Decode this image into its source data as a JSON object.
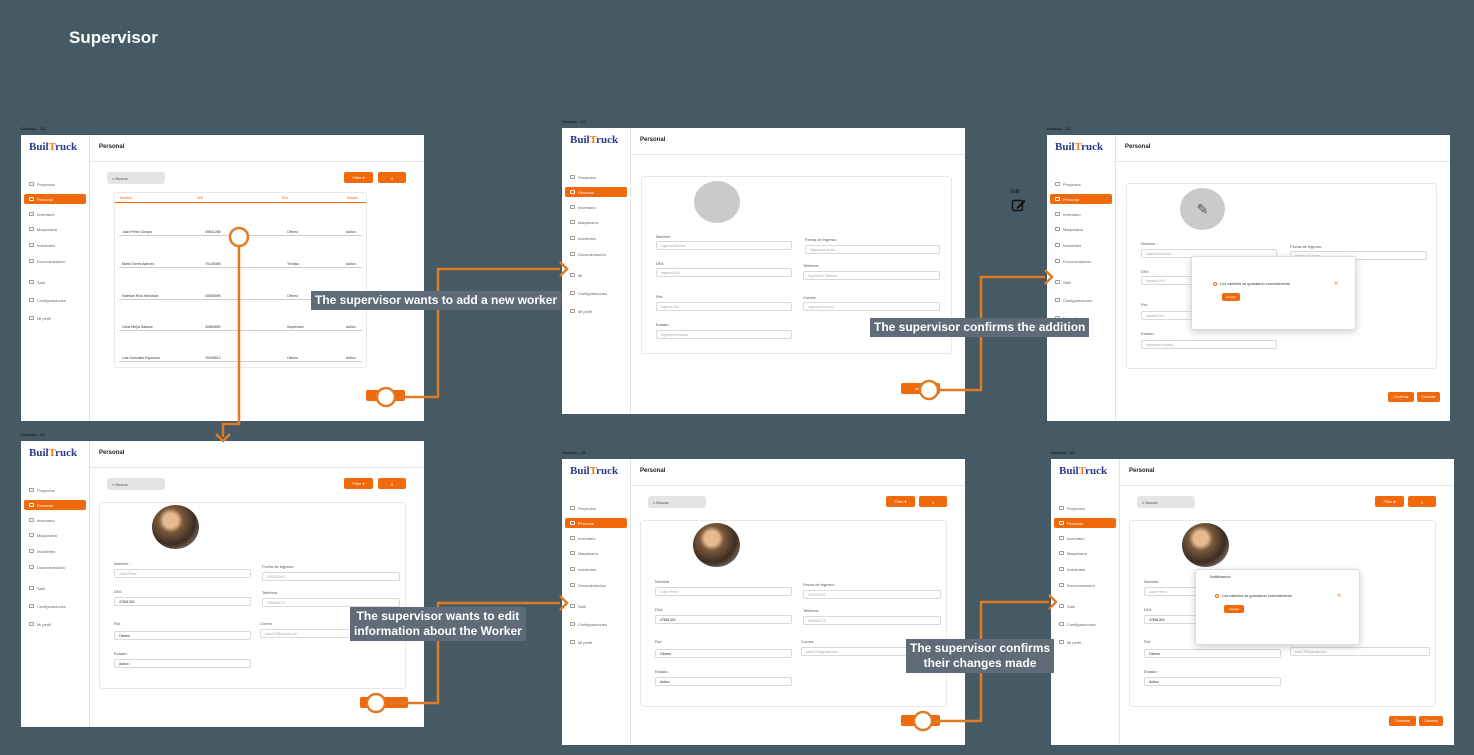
{
  "board": {
    "title": "Supervisor"
  },
  "frames": {
    "f1": "Desktop – 26",
    "f2": "Desktop – 27",
    "f3": "Desktop – 28",
    "f4": "Desktop – 43",
    "f5": "Desktop – 44",
    "f6": "Desktop – 45"
  },
  "app": {
    "logo_a": "Buil",
    "logo_b": "T",
    "logo_c": "ruck",
    "page_title": "Personal",
    "nav": [
      "Proyectos",
      "Personal",
      "Inventario",
      "Maquinaria",
      "Incidentes",
      "Documentación"
    ],
    "nav_bottom": [
      "Salir",
      "Configuraciones",
      "Mi perfil"
    ],
    "nav_bottom_short": "Mi",
    "search_placeholder": "Buscar",
    "filter_label": "Filtro",
    "table_headers": [
      "Nombre",
      "DNI",
      "ROL",
      "Estado"
    ],
    "rows": [
      [
        "Juan Pérez Ocropo",
        "49841256",
        "Obrero",
        "Activo"
      ],
      [
        "Mario Torres Alarcón",
        "70135456",
        "Técnico",
        "Activo"
      ],
      [
        "Esteban Ríos Mendoza",
        "40565695",
        "Obrero",
        "Activo"
      ],
      [
        "Carla Mejía Salazar",
        "40569890",
        "Supervisor",
        "Activo"
      ],
      [
        "Luis Gonzalez Espinoza",
        "78345612",
        "Obrero",
        "Activo"
      ]
    ],
    "form": {
      "nombre": "Nombre :",
      "dni": "DNI:",
      "rol": "Rol:",
      "estado": "Estado:",
      "fecha": "Fecha de ingreso:",
      "telefono": "Teléfono:",
      "correo": "Correo:"
    },
    "ph": {
      "nombre": "Ingresa Nombre",
      "dni": "Ingresa DNI",
      "rol": "Ingresa Rol",
      "estado": "Ingresa el estado",
      "fecha": "Ingresa la fecha",
      "telefono": "Ingresa el Teléfono",
      "correo": "Ingresa el correo"
    },
    "worker": {
      "nombre": "Juan Pérez",
      "dni": "47651324",
      "rol": "Obrero",
      "estado": "Activo",
      "fecha": "25/05/2003",
      "telefono": "995456278",
      "correo": "juan123@gmail.com"
    },
    "add_btn": "Añadir",
    "save_btn": "Guardar",
    "confirm_btn": "Confirmar",
    "cancel_btn": "Cancelar",
    "save_msg": "Los cambios se guardaron correctamente",
    "accept_btn": "Aceptar",
    "notification_title": "Notificación"
  },
  "annotations": {
    "edit_label": "Edit",
    "step1": "The supervisor wants to add a new worker",
    "step2": "The supervisor confirms the addition",
    "step3_l1": "The supervisor wants to edit",
    "step3_l2": "information about the Worker",
    "step4_l1": "The supervisor confirms",
    "step4_l2": "their changes made"
  },
  "colors": {
    "accent": "#f06a0c",
    "connector": "#e07b24",
    "background": "#455a64",
    "callout": "#5f6b76"
  }
}
